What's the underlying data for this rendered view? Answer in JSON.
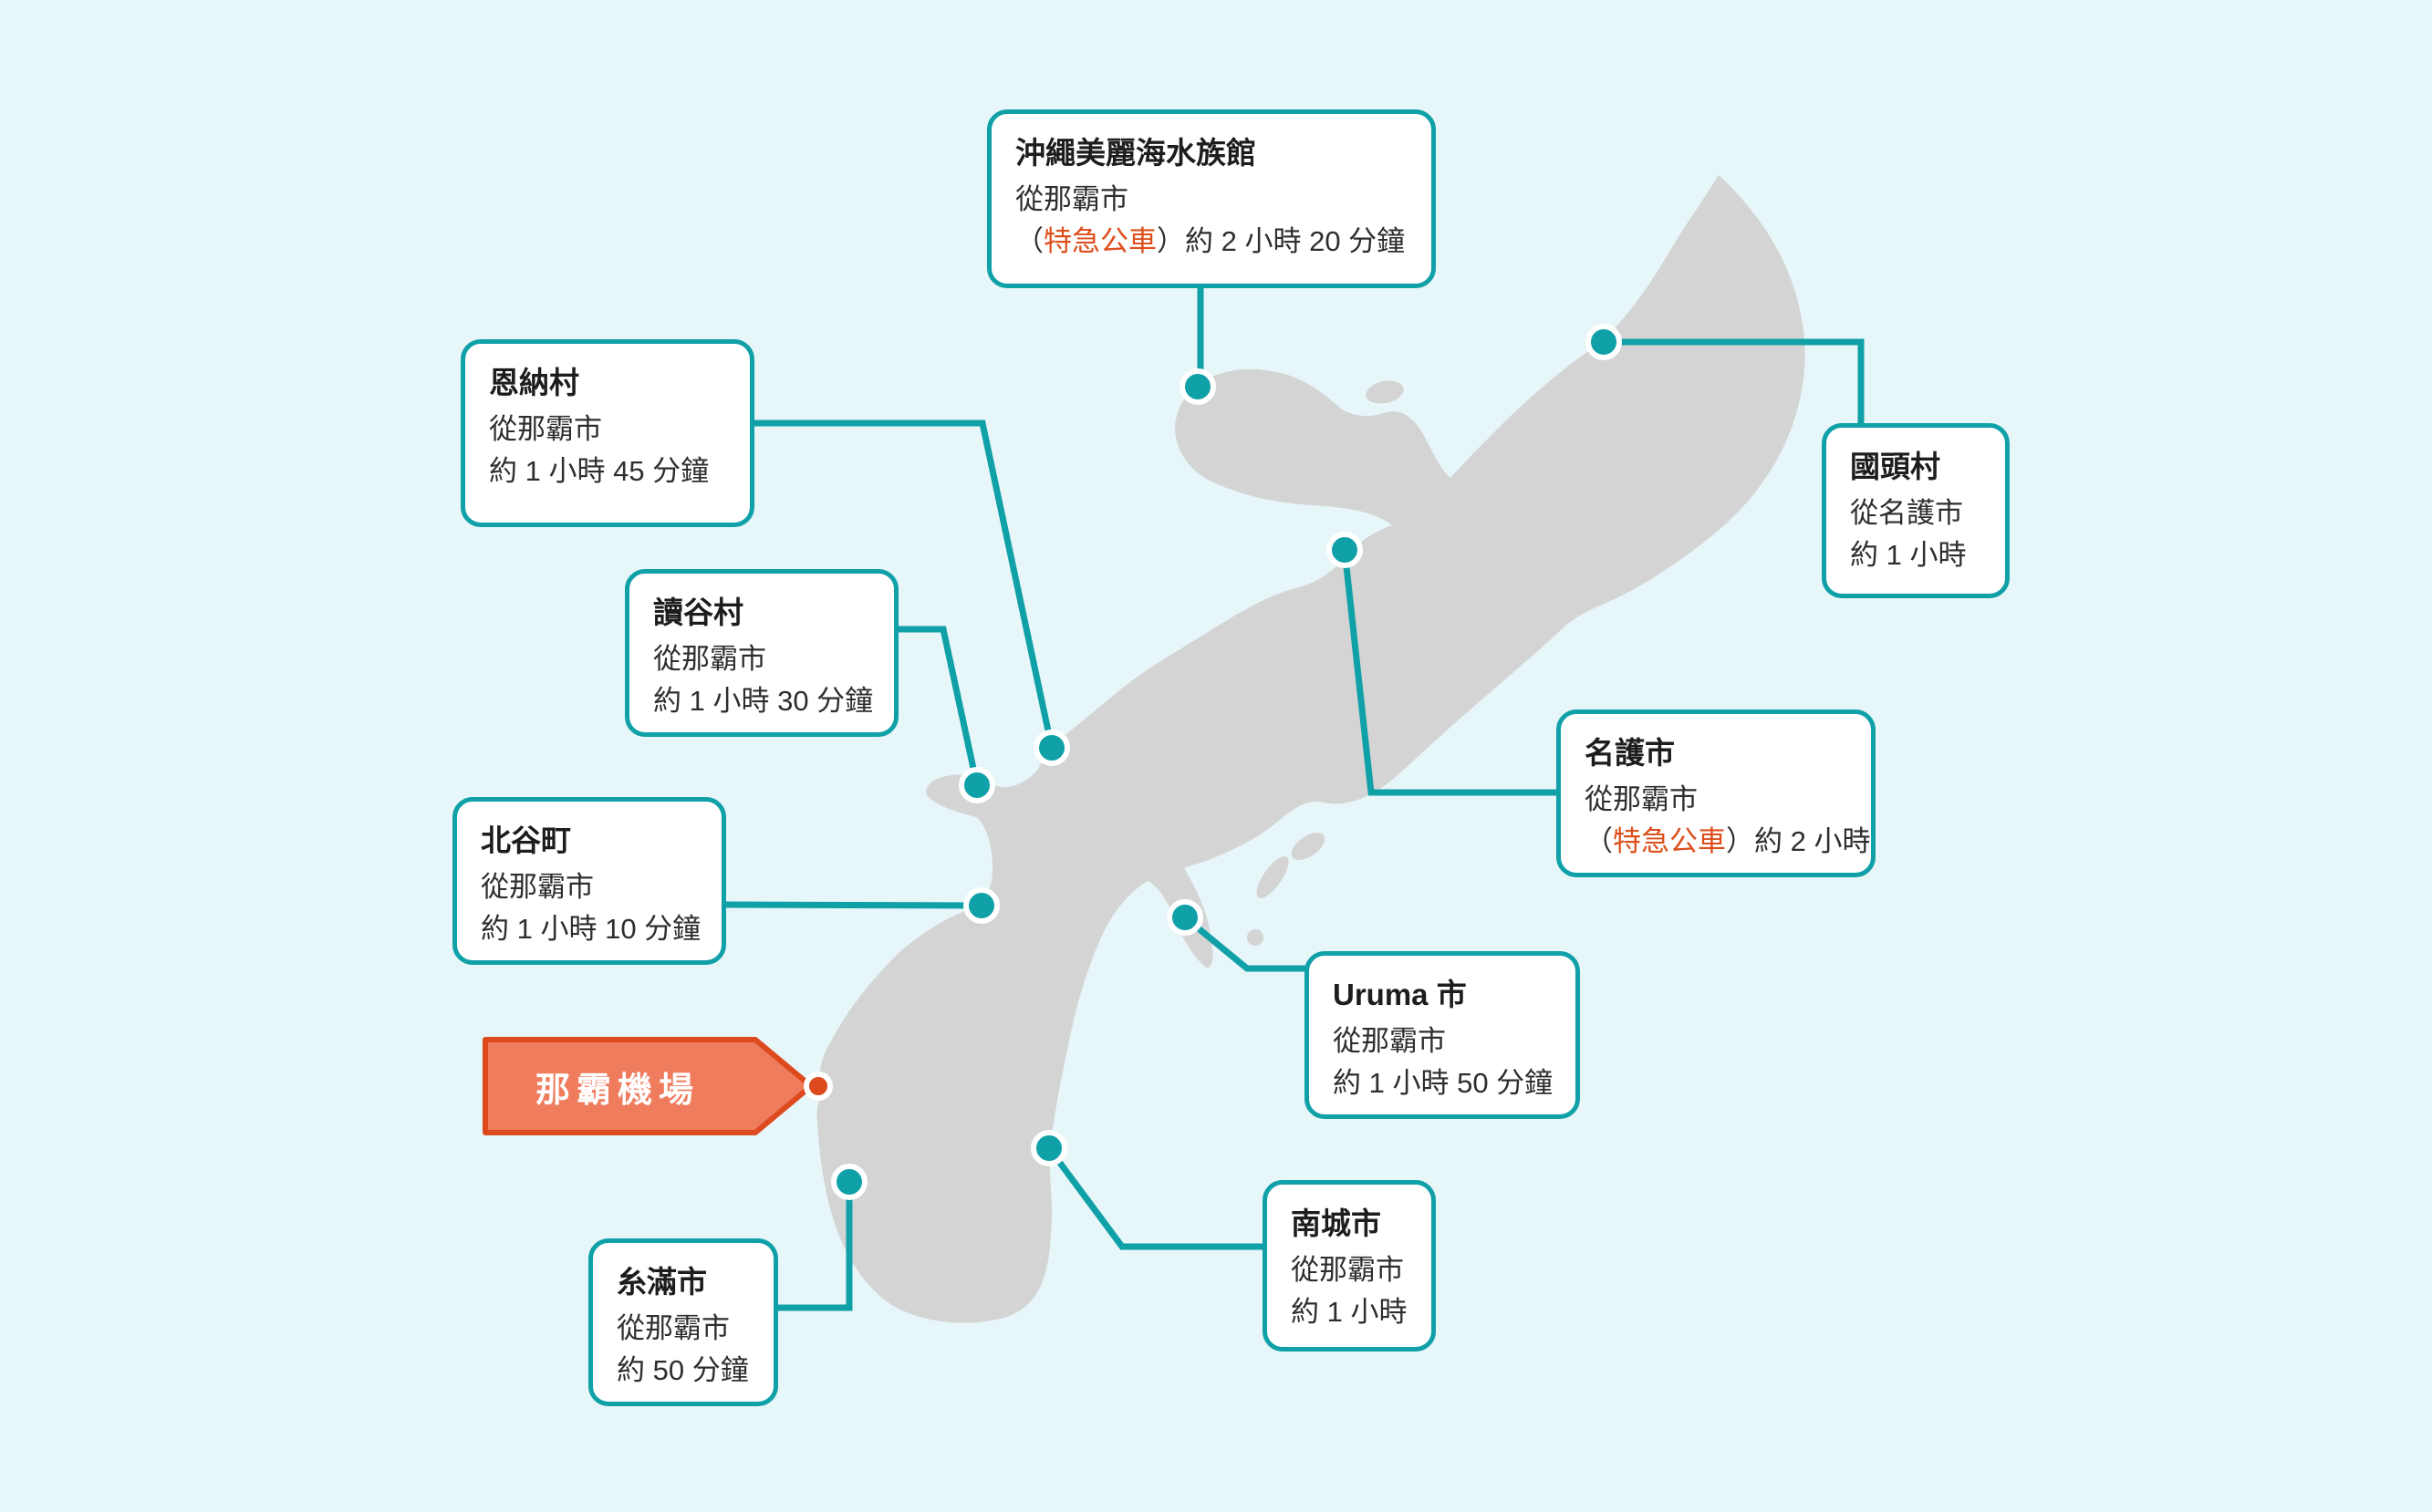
{
  "map_title": "Okinawa access times infographic map",
  "colors": {
    "background": "#E7F6F8",
    "island": "#D4D4D5",
    "teal_accent": "#10A0A8",
    "orange_accent": "#DD4E1B",
    "arrow_fill": "#EE7C5D",
    "arrow_border": "#DD4A1E",
    "card_background": "#FFFFFF",
    "title_text": "#1D1D1D",
    "body_text": "#2E2E2E"
  },
  "airport": {
    "label": "那霸機場"
  },
  "cards": [
    {
      "id": "aquarium",
      "title": "沖繩美麗海水族館",
      "line1": "從那霸市",
      "line2_pre": "（",
      "line2_em": "特急公車",
      "line2_post": "）約 2 小時 20 分鐘"
    },
    {
      "id": "onna",
      "title": "恩納村",
      "line1": "從那霸市",
      "line2": "約 1 小時 45 分鐘"
    },
    {
      "id": "kunigami",
      "title": "國頭村",
      "line1": "從名護市",
      "line2": "約 1 小時"
    },
    {
      "id": "yomitan",
      "title": "讀谷村",
      "line1": "從那霸市",
      "line2": "約 1 小時 30 分鐘"
    },
    {
      "id": "nago",
      "title": "名護市",
      "line1": "從那霸市",
      "line2_pre": "（",
      "line2_em": "特急公車",
      "line2_post": "）約 2 小時"
    },
    {
      "id": "chatan",
      "title": "北谷町",
      "line1": "從那霸市",
      "line2": "約 1 小時 10 分鐘"
    },
    {
      "id": "uruma",
      "title": "Uruma 市",
      "line1": "從那霸市",
      "line2": "約 1 小時 50 分鐘"
    },
    {
      "id": "nanjo",
      "title": "南城市",
      "line1": "從那霸市",
      "line2": "約 1 小時"
    },
    {
      "id": "itoman",
      "title": "糸滿市",
      "line1": "從那霸市",
      "line2": "約 50 分鐘"
    }
  ]
}
